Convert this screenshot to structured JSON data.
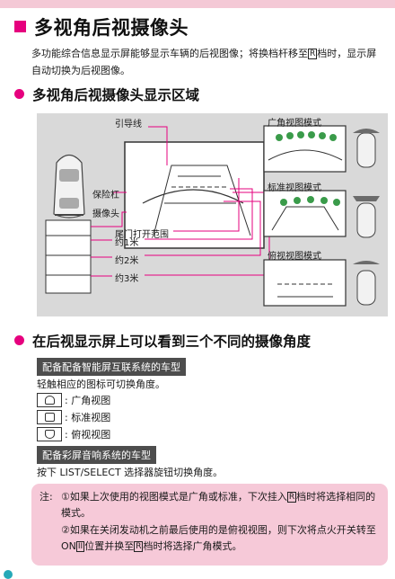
{
  "title": "多视角后视摄像头",
  "intro": {
    "before_gear": "多功能综合信息显示屏能够显示车辆的后视图像；将换档杆移至",
    "gear": "R",
    "after_gear": "档时，显示屏自动切换为后视图像。"
  },
  "section1": {
    "heading": "多视角后视摄像头显示区域"
  },
  "diagram": {
    "guide_label": "引导线",
    "bumper_label": "保险杠",
    "camera_label": "摄像头",
    "tailgate_label": "尾门打开范围",
    "dist_1m": "约1米",
    "dist_2m": "约2米",
    "dist_3m": "约3米",
    "wide_label": "广角视图模式",
    "standard_label": "标准视图模式",
    "top_label": "俯视视图模式"
  },
  "section2": {
    "heading": "在后视显示屏上可以看到三个不同的摄像角度",
    "tag1": "配备配备智能屏互联系统的车型",
    "touch_text": "轻触相应的图标可切换角度。",
    "views": [
      {
        "icon": "wide-view-icon",
        "label": ": 广角视图"
      },
      {
        "icon": "standard-view-icon",
        "label": ": 标准视图"
      },
      {
        "icon": "top-view-icon",
        "label": ": 俯视视图"
      }
    ],
    "tag2": "配备彩屏音响系统的车型",
    "knob_text": "按下 LIST/SELECT 选择器旋钮切换角度。"
  },
  "note": {
    "label": "注:",
    "item1_a": "①如果上次使用的视图模式是广角或标准，下次挂入",
    "item1_gear": "R",
    "item1_b": "档时将选择相同的模式。",
    "item2_a": "②如果在关闭发动机之前最后使用的是俯视视图，则下次将点火开关转至 ON",
    "item2_on": "II",
    "item2_b": "位置并换至",
    "item2_gear": "R",
    "item2_c": "档时将选择广角模式。"
  },
  "colors": {
    "accent": "#e6007e",
    "note_bg": "#f6c9d8",
    "tag_bg": "#4d4d4d",
    "guide_red": "#e6007e",
    "diagram_bg": "#d9d9d9"
  }
}
